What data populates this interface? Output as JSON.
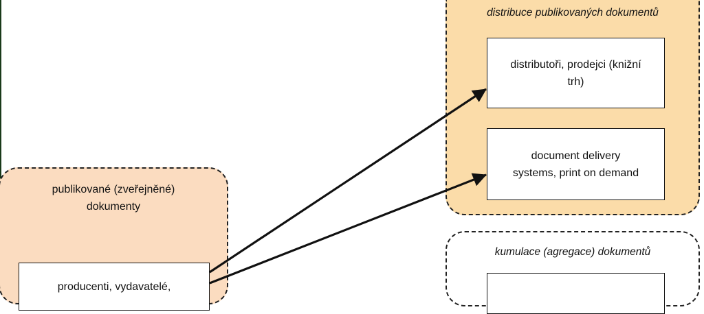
{
  "diagram": {
    "groups": [
      {
        "id": "published",
        "title": "publikované (zveřejněné)\ndokumenty",
        "fill": "#fbdcc0"
      },
      {
        "id": "distribution",
        "title": "distribuce publikovaných dokumentů",
        "fill": "#fbdca9"
      },
      {
        "id": "cumulation",
        "title": "kumulace (agregace) dokumentů",
        "fill": "#ffffff"
      }
    ],
    "nodes": {
      "producers": "producenti, vydavatelé,",
      "distributors": "distributoři, prodejci (knižní\ntrh)",
      "document_delivery": "document delivery\nsystems, print on demand",
      "cumulation_node": ""
    },
    "edges": [
      {
        "from": "producers",
        "to": "distributors"
      },
      {
        "from": "producers",
        "to": "document_delivery"
      }
    ]
  }
}
